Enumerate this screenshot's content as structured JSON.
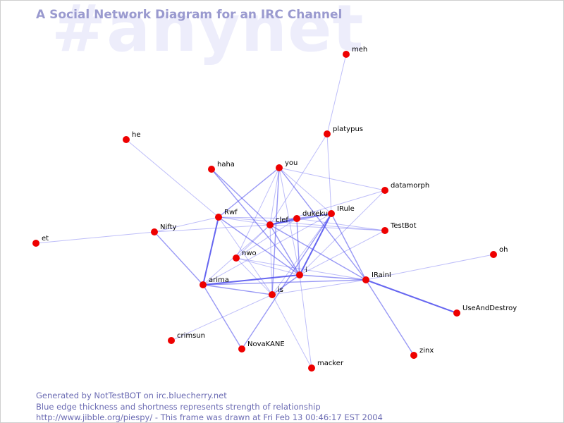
{
  "watermark": "#anynet",
  "title": "A Social Network Diagram for an IRC Channel",
  "footer": {
    "line1": "Generated by NotTestBOT on irc.bluecherry.net",
    "line2": "Blue edge thickness and shortness represents strength of relationship",
    "line3": "http://www.jibble.org/piespy/ - This frame was drawn at Fri Feb 13 00:46:17 EST 2004"
  },
  "colors": {
    "node": "#ee0000",
    "edge": "#5555ee",
    "label": "#000000"
  },
  "nodes": [
    {
      "id": "meh"
    },
    {
      "id": "platypus"
    },
    {
      "id": "he"
    },
    {
      "id": "haha"
    },
    {
      "id": "you"
    },
    {
      "id": "datamorph"
    },
    {
      "id": "Rwf"
    },
    {
      "id": "clef"
    },
    {
      "id": "dukeku"
    },
    {
      "id": "IRule"
    },
    {
      "id": "TestBot"
    },
    {
      "id": "Nifty"
    },
    {
      "id": "et"
    },
    {
      "id": "oh"
    },
    {
      "id": "nwo"
    },
    {
      "id": "i"
    },
    {
      "id": "IRainI"
    },
    {
      "id": "arima"
    },
    {
      "id": "is"
    },
    {
      "id": "UseAndDestroy"
    },
    {
      "id": "crimsun"
    },
    {
      "id": "NovaKANE"
    },
    {
      "id": "zinx"
    },
    {
      "id": "macker"
    }
  ],
  "edges": [
    [
      "meh",
      "platypus",
      1
    ],
    [
      "platypus",
      "IRule",
      1
    ],
    [
      "platypus",
      "clef",
      1
    ],
    [
      "he",
      "Rwf",
      1
    ],
    [
      "et",
      "Nifty",
      1
    ],
    [
      "Nifty",
      "arima",
      2
    ],
    [
      "Nifty",
      "clef",
      1
    ],
    [
      "Nifty",
      "Rwf",
      1
    ],
    [
      "Rwf",
      "arima",
      3
    ],
    [
      "Rwf",
      "clef",
      1
    ],
    [
      "Rwf",
      "dukeku",
      1
    ],
    [
      "Rwf",
      "TestBot",
      1
    ],
    [
      "Rwf",
      "i",
      2
    ],
    [
      "Rwf",
      "is",
      1
    ],
    [
      "haha",
      "clef",
      2
    ],
    [
      "haha",
      "i",
      2
    ],
    [
      "you",
      "Rwf",
      2
    ],
    [
      "you",
      "clef",
      1
    ],
    [
      "you",
      "datamorph",
      1
    ],
    [
      "you",
      "IRule",
      1
    ],
    [
      "you",
      "is",
      2
    ],
    [
      "you",
      "i",
      1
    ],
    [
      "you",
      "IRainI",
      2
    ],
    [
      "you",
      "nwo",
      1
    ],
    [
      "datamorph",
      "clef",
      1
    ],
    [
      "datamorph",
      "i",
      1
    ],
    [
      "clef",
      "dukeku",
      3
    ],
    [
      "clef",
      "i",
      2
    ],
    [
      "clef",
      "is",
      1
    ],
    [
      "clef",
      "IRainI",
      2
    ],
    [
      "clef",
      "arima",
      1
    ],
    [
      "clef",
      "IRule",
      2
    ],
    [
      "clef",
      "TestBot",
      1
    ],
    [
      "clef",
      "nwo",
      1
    ],
    [
      "dukeku",
      "i",
      2
    ],
    [
      "dukeku",
      "IRule",
      2
    ],
    [
      "dukeku",
      "TestBot",
      1
    ],
    [
      "dukeku",
      "nwo",
      1
    ],
    [
      "IRule",
      "i",
      3
    ],
    [
      "IRule",
      "IRainI",
      2
    ],
    [
      "IRule",
      "NovaKANE",
      2
    ],
    [
      "IRule",
      "is",
      1
    ],
    [
      "IRule",
      "arima",
      1
    ],
    [
      "TestBot",
      "i",
      1
    ],
    [
      "nwo",
      "i",
      1
    ],
    [
      "nwo",
      "is",
      1
    ],
    [
      "nwo",
      "IRainI",
      1
    ],
    [
      "i",
      "arima",
      3
    ],
    [
      "i",
      "IRainI",
      2
    ],
    [
      "i",
      "macker",
      1
    ],
    [
      "i",
      "is",
      2
    ],
    [
      "IRainI",
      "arima",
      2
    ],
    [
      "IRainI",
      "is",
      1
    ],
    [
      "IRainI",
      "UseAndDestroy",
      3
    ],
    [
      "IRainI",
      "zinx",
      2
    ],
    [
      "IRainI",
      "oh",
      1
    ],
    [
      "arima",
      "is",
      2
    ],
    [
      "arima",
      "NovaKANE",
      2
    ],
    [
      "is",
      "crimsun",
      1
    ],
    [
      "is",
      "macker",
      1
    ]
  ]
}
